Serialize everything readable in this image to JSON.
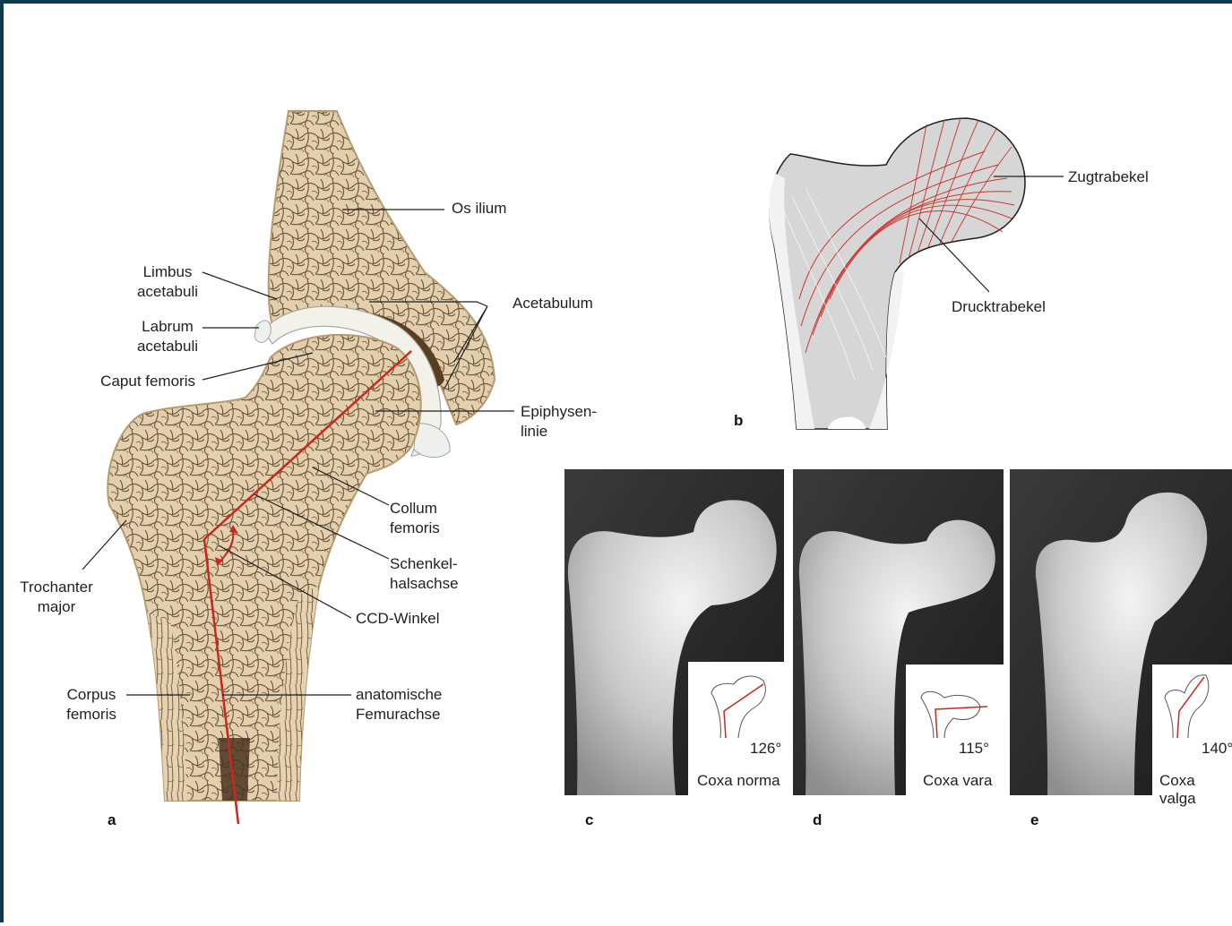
{
  "panel_a": {
    "label": "a",
    "labels": {
      "os_ilium": "Os ilium",
      "limbus": "Limbus\nacetabuli",
      "labrum": "Labrum\nacetabuli",
      "caput": "Caput femoris",
      "acetabulum": "Acetabulum",
      "epiphysen": "Epiphysen-\nlinie",
      "collum": "Collum\nfemoris",
      "schenkel": "Schenkel-\nhalsachse",
      "ccd": "CCD-Winkel",
      "trochanter": "Trochanter\nmajor",
      "corpus": "Corpus\nfemoris",
      "femurachse": "anatomische\nFemurachse"
    }
  },
  "panel_b": {
    "label": "b",
    "labels": {
      "zug": "Zugtrabekel",
      "druck": "Drucktrabekel"
    }
  },
  "xrays": [
    {
      "label": "c",
      "angle": "126°",
      "caption": "Coxa norma"
    },
    {
      "label": "d",
      "angle": "115°",
      "caption": "Coxa vara"
    },
    {
      "label": "e",
      "angle": "140°",
      "caption": "Coxa valga"
    }
  ],
  "colors": {
    "frame": "#0e3b4f",
    "bone": "#d9c4a0",
    "trabecula": "#6b5338",
    "axis_red": "#c8281e",
    "cartilage": "#f2f2ea",
    "xray_bg": "#2a2a2a"
  }
}
